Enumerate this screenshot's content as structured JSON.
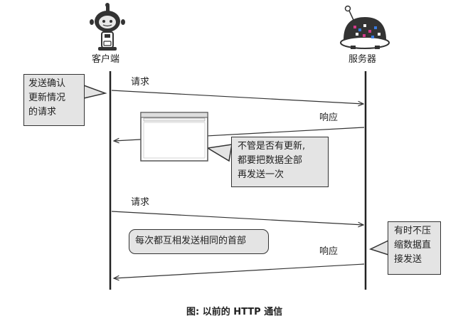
{
  "actors": {
    "client": "客户端",
    "server": "服务器"
  },
  "messages": {
    "request1": "请求",
    "response1": "响应",
    "request2": "请求",
    "response2": "响应"
  },
  "notes": {
    "client_note": [
      "发送确认",
      "更新情况",
      "的请求"
    ],
    "server_note_1": [
      "不管是否有更新,",
      "都要把数据全部",
      "再发送一次"
    ],
    "header_note": "每次都互相发送相同的首部",
    "server_note_2": [
      "有时不压",
      "缩数据直",
      "接发送"
    ]
  },
  "caption": "图: 以前的 HTTP 通信",
  "colors": {
    "line": "#333333",
    "note_fill": "#e4e4e4",
    "robot_server_dots": [
      "#d23a8a",
      "#3a7be0",
      "#ffffff"
    ]
  },
  "icons": [
    "client-robot-icon",
    "server-robot-icon",
    "browser-window-icon"
  ]
}
